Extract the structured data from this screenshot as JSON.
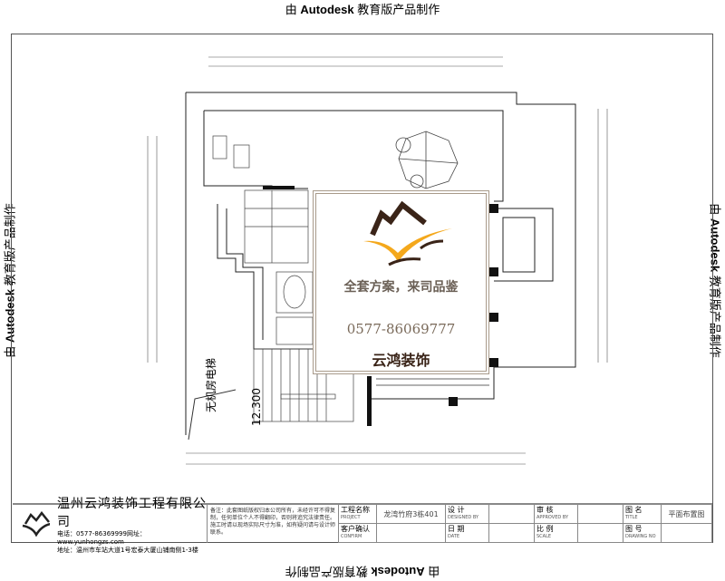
{
  "watermark": {
    "prefix": "由 ",
    "brand": "Autodesk",
    "suffix": " 教育版产品制作"
  },
  "plan": {
    "labels": {
      "elevator": "无机房电梯",
      "level": "12.300"
    },
    "logo_panel": {
      "slogan": "全套方案，来司品鉴",
      "phone": "0577-86069777",
      "brand": "云鸿装饰"
    },
    "colors": {
      "logo_brown": "#3a2418",
      "logo_gold": "#f4a81c"
    }
  },
  "title_block": {
    "company": "温州云鸿装饰工程有限公司",
    "phone_line": "电话：0577-86369999网址：www.yunhongzs.com",
    "address_line": "地址：温州市车站大道1号宏泰大厦山铺南侧1-3楼",
    "notes": "备注：此套图纸版权归本公司所有，未经许可不得复制，任何单位个人不得翻印，否则将追究法律责任。施工时请以现场实际尺寸为准，如有疑问请与设计师联系。",
    "fields": [
      {
        "label": "工程名称",
        "sub": "PROJECT",
        "value": "龙湾竹府3栋401"
      },
      {
        "label": "设 计",
        "sub": "DESIGNED BY",
        "value": ""
      },
      {
        "label": "审 核",
        "sub": "APPROVED BY",
        "value": ""
      },
      {
        "label": "图 名",
        "sub": "TITLE",
        "value": "平面布置图"
      },
      {
        "label": "客户确认",
        "sub": "CONFIRM",
        "value": ""
      },
      {
        "label": "日 期",
        "sub": "DATE",
        "value": ""
      },
      {
        "label": "比 例",
        "sub": "SCALE",
        "value": ""
      },
      {
        "label": "图 号",
        "sub": "DRAWING NO",
        "value": ""
      }
    ]
  }
}
